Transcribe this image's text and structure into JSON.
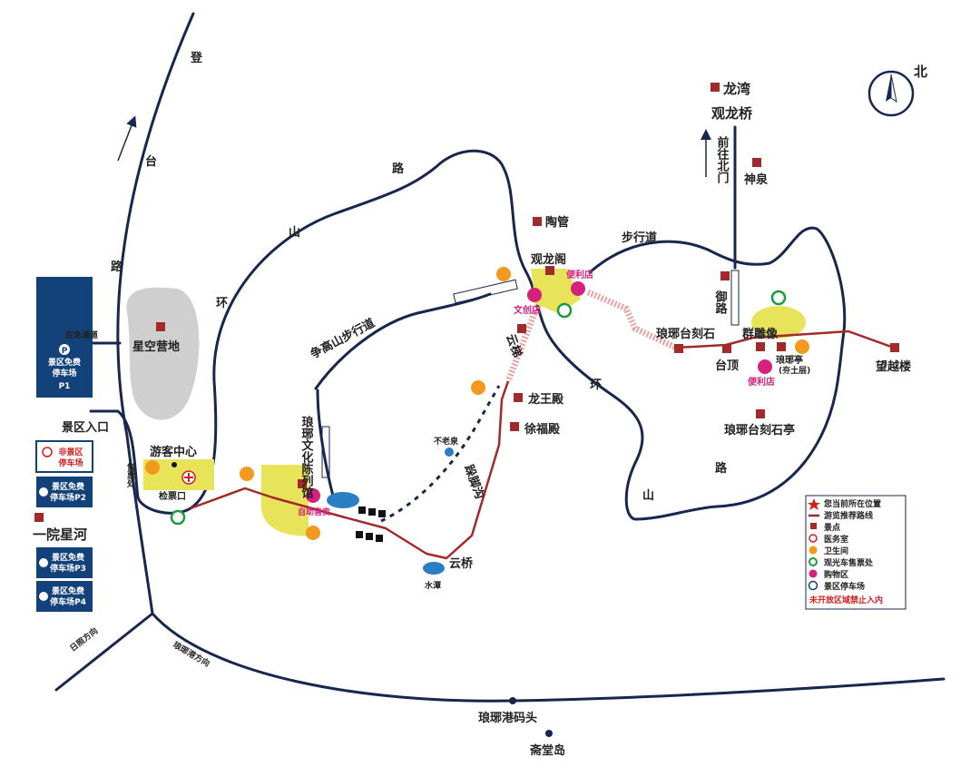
{
  "north": "北",
  "roads": {
    "deng": "登",
    "tai": "台",
    "lu": "路",
    "huan": "环",
    "shan": "山",
    "lu2": "路",
    "huan2": "环",
    "shan2": "山",
    "lu3": "路",
    "walkway": "步行道",
    "zhenggao": "争高山步行道",
    "yunti": "云梯",
    "dujiaogou": "跺脚沟",
    "yulu": "御路",
    "qianwang": "前往北门",
    "emergency": "应急通道",
    "to_rizhao": "日照方向",
    "to_port": "琅琊港方向"
  },
  "places": {
    "longwan": "龙湾",
    "guanlongqiao": "观龙桥",
    "shenquan": "神泉",
    "taoguan": "陶管",
    "guanlongge": "观龙阁",
    "conv1": "便利店",
    "wenchuang": "文创店",
    "langya_shike": "琅琊台刻石",
    "qundiaoxiang": "群雕像",
    "taiding": "台顶",
    "langyating": "琅琊亭",
    "langyating_sub": "(夯土层)",
    "conv2": "便利店",
    "wangyuelou": "望越楼",
    "shiketing": "琅琊台刻石亭",
    "xingkong": "星空营地",
    "longwang": "龙王殿",
    "xufu": "徐福殿",
    "bulaoquan": "不老泉",
    "chenlieguan": "琅琊文化陈列馆",
    "youke": "游客中心",
    "shoupiao": "售票处",
    "jianpiao": "检票口",
    "zizhu": "自助售卖",
    "yunqiao": "云桥",
    "shuitan": "水潭",
    "jingqu_rukou": "景区入口",
    "yiyuan": "一院星河",
    "gangmatou": "琅琊港码头",
    "zhaitang": "斋堂岛"
  },
  "parking": {
    "p1": [
      "景区免费",
      "停车场",
      "P1"
    ],
    "non": [
      "非景区",
      "停车场"
    ],
    "p2": [
      "景区免费",
      "停车场P2"
    ],
    "p3": [
      "景区免费",
      "停车场P3"
    ],
    "p4": [
      "景区免费",
      "停车场P4"
    ]
  },
  "legend": {
    "items": [
      {
        "icon": "star-icon",
        "text": "您当前所在位置"
      },
      {
        "icon": "route-line-icon",
        "text": "游览推荐路线"
      },
      {
        "icon": "poi-square-icon",
        "text": "景点"
      },
      {
        "icon": "medical-icon",
        "text": "医务室"
      },
      {
        "icon": "toilet-icon",
        "text": "卫生间"
      },
      {
        "icon": "bus-ticket-icon",
        "text": "观光车售票处"
      },
      {
        "icon": "shopping-icon",
        "text": "购物区"
      },
      {
        "icon": "parking-icon",
        "text": "景区停车场"
      }
    ],
    "warning": "未开放区域禁止入内"
  },
  "colors": {
    "road": "#17274d",
    "route": "#a32a2a",
    "parking_bg": "#13427a",
    "plaza_yellow": "#e8e45a",
    "camp_gray": "#cfcfcf",
    "water": "#2a7fc4",
    "shop_pink": "#d6207e",
    "toilet_orange": "#f39a1e",
    "bus_green": "#1e9a3e"
  }
}
